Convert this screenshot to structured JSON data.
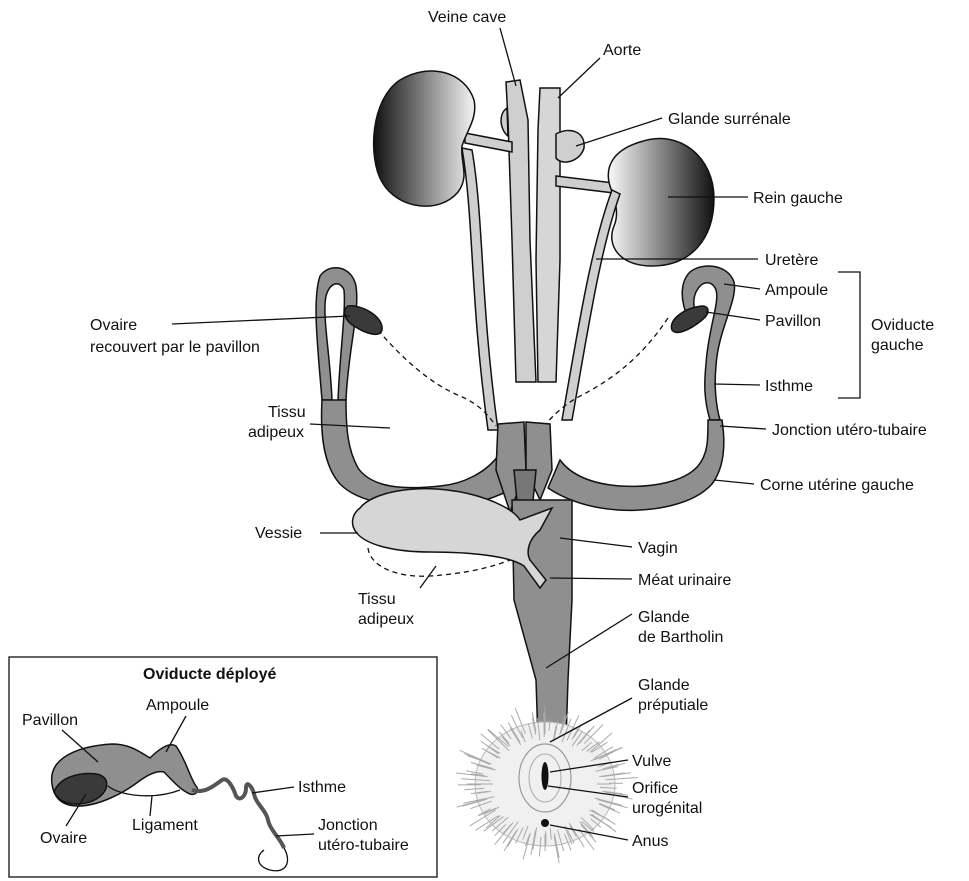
{
  "colors": {
    "tissue_dark": "#8f8f8f",
    "tissue_light": "#cfcfcf",
    "ovary": "#3a3a3a",
    "background": "#ffffff"
  },
  "labels": {
    "veine_cave": "Veine cave",
    "aorte": "Aorte",
    "glande_surrenale": "Glande surrénale",
    "rein_gauche": "Rein gauche",
    "uretere": "Uretère",
    "ampoule": "Ampoule",
    "pavillon": "Pavillon",
    "isthme": "Isthme",
    "oviducte_gauche_1": "Oviducte",
    "oviducte_gauche_2": "gauche",
    "jonction": "Jonction utéro-tubaire",
    "corne": "Corne utérine gauche",
    "vagin": "Vagin",
    "meat": "Méat urinaire",
    "bartholin_1": "Glande",
    "bartholin_2": "de Bartholin",
    "preputiale_1": "Glande",
    "preputiale_2": "préputiale",
    "vulve": "Vulve",
    "orifice_1": "Orifice",
    "orifice_2": "urogénital",
    "anus": "Anus",
    "ovaire_1": "Ovaire",
    "ovaire_2": "recouvert par le pavillon",
    "tissu_haut_1": "Tissu",
    "tissu_haut_2": "adipeux",
    "vessie": "Vessie",
    "tissu_bas_1": "Tissu",
    "tissu_bas_2": "adipeux"
  },
  "inset": {
    "title": "Oviducte déployé",
    "pavillon": "Pavillon",
    "ampoule": "Ampoule",
    "isthme": "Isthme",
    "ovaire": "Ovaire",
    "ligament": "Ligament",
    "jonction_1": "Jonction",
    "jonction_2": "utéro-tubaire"
  }
}
